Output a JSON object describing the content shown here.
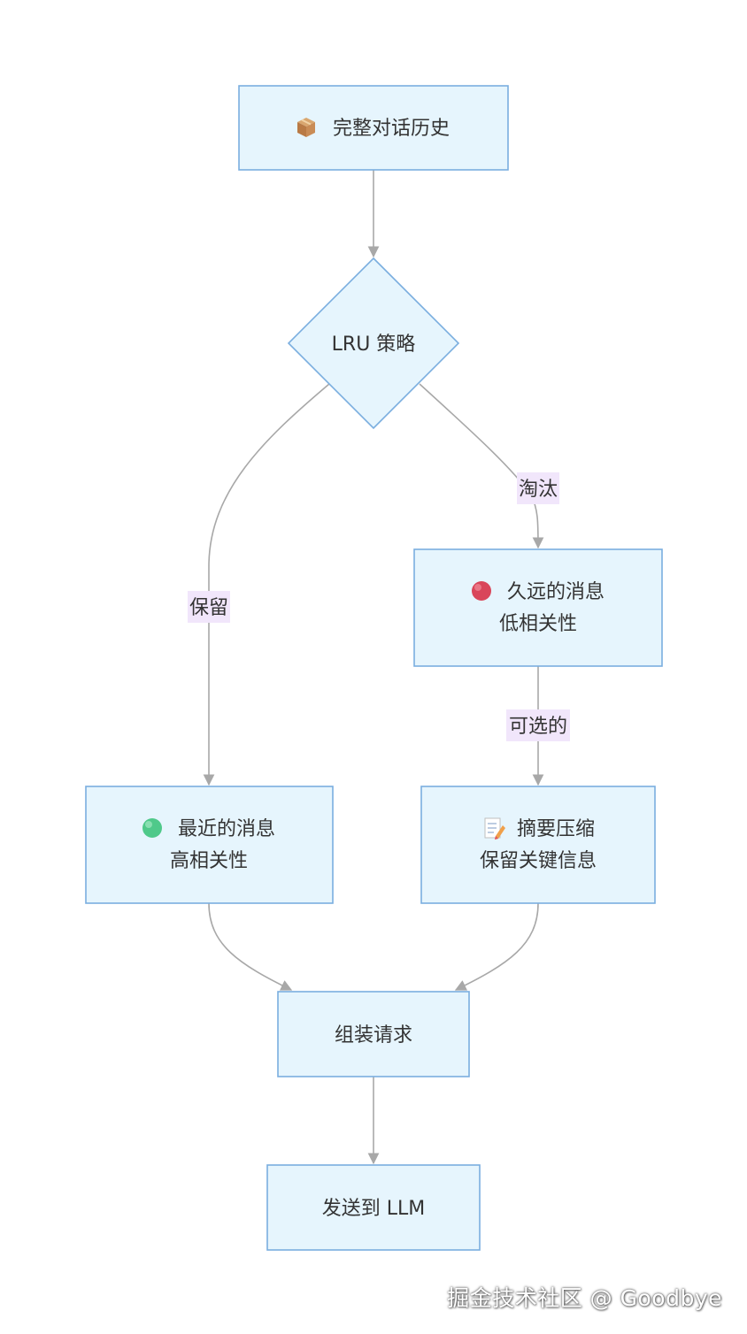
{
  "colors": {
    "node_fill": "#e6f5fd",
    "node_stroke": "#7aaedf",
    "edge": "#a8a8a8",
    "edge_label_bg": "#f1e6fb",
    "text": "#333333"
  },
  "nodes": {
    "history": {
      "icon": "package-icon",
      "line1": "完整对话历史"
    },
    "lru": {
      "line1": "LRU 策略"
    },
    "old": {
      "icon": "red-circle-icon",
      "line1": "久远的消息",
      "line2": "低相关性"
    },
    "recent": {
      "icon": "green-circle-icon",
      "line1": "最近的消息",
      "line2": "高相关性"
    },
    "summary": {
      "icon": "memo-icon",
      "line1": "摘要压缩",
      "line2": "保留关键信息"
    },
    "assemble": {
      "line1": "组装请求"
    },
    "send": {
      "line1": "发送到 LLM"
    }
  },
  "edges": {
    "evict_label": "淘汰",
    "keep_label": "保留",
    "optional_label": "可选的"
  },
  "watermark": "掘金技术社区 @ Goodbye"
}
